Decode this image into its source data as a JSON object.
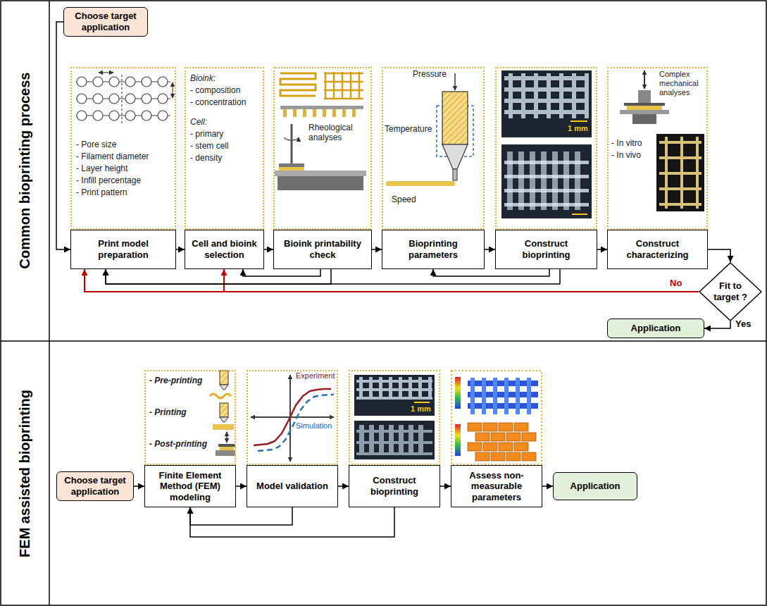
{
  "diagram": {
    "nodes": [
      {
        "text": [
          "Common bioprinting process"
        ]
      },
      {
        "text": [
          "Choose target application"
        ],
        "in": 0
      },
      {
        "text": [
          "- Pore size",
          "- Filament diameter",
          "- Layer height",
          "- Infill percentage",
          "- Print pattern"
        ],
        "in": 0
      },
      {
        "text": [
          "Print model preparation"
        ],
        "in": 0
      },
      {
        "text": [
          "Bioink:",
          "- composition",
          "- concentration",
          "Cell:",
          "- primary",
          "- stem cell",
          "- density"
        ],
        "in": 0
      },
      {
        "text": [
          "Cell and bioink selection"
        ],
        "in": 0
      },
      {
        "text": [
          "Rheological analyses"
        ],
        "in": 0
      },
      {
        "text": [
          "Bioink printability check"
        ],
        "in": 0
      },
      {
        "text": [
          "Pressure",
          "Temperature",
          "Speed"
        ],
        "in": 0
      },
      {
        "text": [
          "Bioprinting parameters"
        ],
        "in": 0
      },
      {
        "text": [
          "1 mm"
        ],
        "in": 0
      },
      {
        "text": [
          "Construct bioprinting"
        ],
        "in": 0
      },
      {
        "text": [
          "Complex mechanical analyses",
          "- In vitro",
          "- In vivo"
        ],
        "in": 0
      },
      {
        "text": [
          "Construct characterizing"
        ],
        "in": 0
      },
      {
        "text": [
          "Fit to target ?"
        ],
        "in": 0
      },
      {
        "text": [
          "Application"
        ],
        "in": 0
      },
      {
        "text": [
          "FEM assisted bioprinting"
        ]
      },
      {
        "text": [
          "Choose target application"
        ],
        "in": 16
      },
      {
        "text": [
          "- Pre-printing",
          "- Printing",
          "- Post-printing"
        ],
        "in": 16
      },
      {
        "text": [
          "Finite Element Method (FEM) modeling"
        ],
        "in": 16
      },
      {
        "text": [
          "Experiment",
          "Simulation"
        ],
        "in": 16
      },
      {
        "text": [
          "Model validation"
        ],
        "in": 16
      },
      {
        "text": [
          "1 mm"
        ],
        "in": 16
      },
      {
        "text": [
          "Construct bioprinting"
        ],
        "in": 16
      },
      {
        "text": [
          "Assess non-measurable parameters"
        ],
        "in": 16
      },
      {
        "text": [
          "Application"
        ],
        "in": 16
      }
    ],
    "edges": [
      {
        "from": 1,
        "to": 3,
        "arrow": "to"
      },
      {
        "from": 3,
        "to": 5,
        "arrow": "to"
      },
      {
        "from": 5,
        "to": 7,
        "arrow": "to"
      },
      {
        "from": 7,
        "to": 9,
        "arrow": "to"
      },
      {
        "from": 9,
        "to": 11,
        "arrow": "to"
      },
      {
        "from": 11,
        "to": 13,
        "arrow": "to"
      },
      {
        "from": 13,
        "to": 14,
        "arrow": "to"
      },
      {
        "from": 14,
        "to": 15,
        "label": "Yes",
        "arrow": "to"
      },
      {
        "from": 14,
        "to": 3,
        "label": "No",
        "arrow": "to"
      },
      {
        "from": 14,
        "to": 5,
        "arrow": "to"
      },
      {
        "from": 7,
        "to": 3,
        "arrow": "to"
      },
      {
        "from": 7,
        "to": 5,
        "arrow": "to"
      },
      {
        "from": 11,
        "to": 9,
        "arrow": "to"
      },
      {
        "from": 11,
        "to": 3,
        "arrow": "to"
      },
      {
        "from": 17,
        "to": 19,
        "arrow": "to"
      },
      {
        "from": 19,
        "to": 21,
        "arrow": "to"
      },
      {
        "from": 21,
        "to": 23,
        "arrow": "to"
      },
      {
        "from": 23,
        "to": 24,
        "arrow": "to"
      },
      {
        "from": 24,
        "to": 25,
        "arrow": "to"
      },
      {
        "from": 21,
        "to": 19,
        "arrow": "to"
      },
      {
        "from": 23,
        "to": 19,
        "arrow": "to"
      }
    ]
  }
}
